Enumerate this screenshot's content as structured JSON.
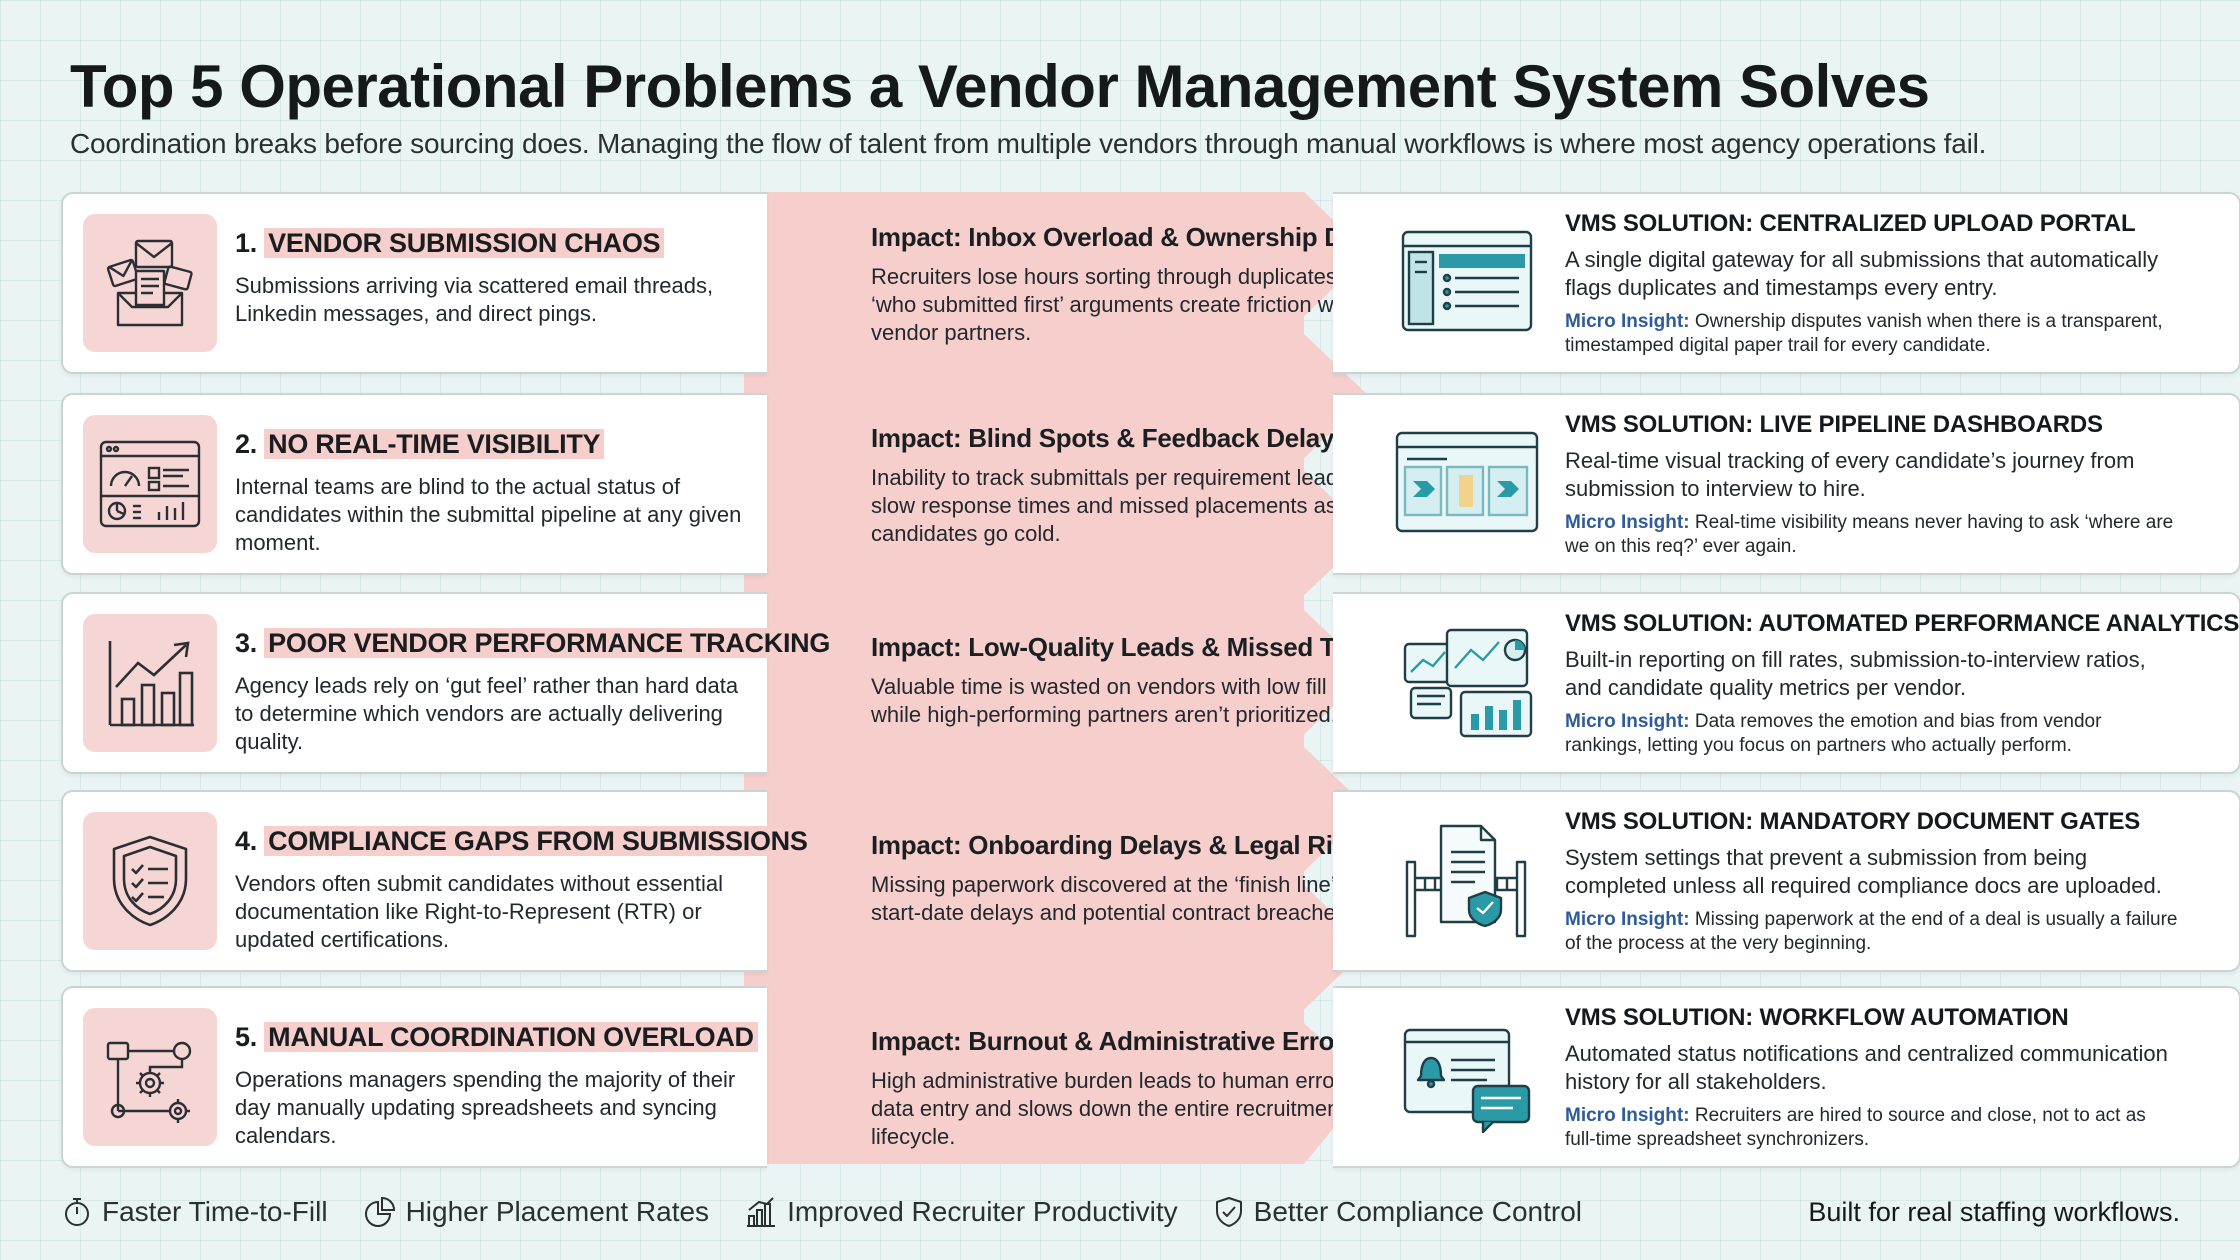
{
  "header": {
    "title": "Top 5 Operational Problems a Vendor Management System Solves",
    "subtitle": "Coordination breaks before sourcing does. Managing the flow of talent from multiple vendors through manual workflows is where most agency operations fail."
  },
  "rows": [
    {
      "problem_num": "1.",
      "problem_title": "VENDOR SUBMISSION CHAOS",
      "problem_desc": "Submissions arriving via scattered email threads, Linkedin messages, and direct pings.",
      "impact_title": "Impact: Inbox Overload & Ownership Disputes",
      "impact_desc": "Recruiters lose hours sorting through duplicates, while ‘who submitted first’ arguments create friction with vendor partners.",
      "solution_title": "VMS SOLUTION: CENTRALIZED UPLOAD PORTAL",
      "solution_desc": "A single digital gateway for all submissions that automatically flags duplicates and timestamps every entry.",
      "insight_label": "Micro Insight:",
      "insight_text": "Ownership disputes vanish when there is a transparent, timestamped digital paper trail for every candidate."
    },
    {
      "problem_num": "2.",
      "problem_title": "NO REAL-TIME VISIBILITY",
      "problem_desc": "Internal teams are blind to the actual status of candidates within the submittal pipeline at any given moment.",
      "impact_title": "Impact: Blind Spots & Feedback Delays",
      "impact_desc": "Inability to track submittals per requirement leads to slow response times and missed placements as candidates go cold.",
      "solution_title": "VMS SOLUTION: LIVE PIPELINE DASHBOARDS",
      "solution_desc": "Real-time visual tracking of every candidate’s journey from submission to interview to hire.",
      "insight_label": "Micro Insight:",
      "insight_text": "Real-time visibility means never having to ask ‘where are we on this req?’ ever again."
    },
    {
      "problem_num": "3.",
      "problem_title": "POOR VENDOR PERFORMANCE TRACKING",
      "problem_desc": "Agency leads rely on ‘gut feel’ rather than hard data to determine which vendors are actually delivering quality.",
      "impact_title": "Impact: Low-Quality Leads & Missed Targets",
      "impact_desc": "Valuable time is wasted on vendors with low fill rates, while high-performing partners aren’t prioritized.",
      "solution_title": "VMS SOLUTION: AUTOMATED PERFORMANCE ANALYTICS",
      "solution_desc": "Built-in reporting on fill rates, submission-to-interview ratios, and candidate quality metrics per vendor.",
      "insight_label": "Micro Insight:",
      "insight_text": "Data removes the emotion and bias from vendor rankings, letting you focus on partners who actually perform."
    },
    {
      "problem_num": "4.",
      "problem_title": "COMPLIANCE GAPS FROM SUBMISSIONS",
      "problem_desc": "Vendors often submit candidates without essential documentation like Right-to-Represent (RTR) or updated certifications.",
      "impact_title": "Impact: Onboarding Delays & Legal Risk",
      "impact_desc": "Missing paperwork discovered at the ‘finish line’ causes start-date delays and potential contract breaches.",
      "solution_title": "VMS SOLUTION: MANDATORY DOCUMENT GATES",
      "solution_desc": "System settings that prevent a submission from being completed unless all required compliance docs are uploaded.",
      "insight_label": "Micro Insight:",
      "insight_text": "Missing paperwork at the end of a deal is usually a failure of the process at the very beginning."
    },
    {
      "problem_num": "5.",
      "problem_title": "MANUAL COORDINATION OVERLOAD",
      "problem_desc": "Operations managers spending the majority of their day manually updating spreadsheets and syncing calendars.",
      "impact_title": "Impact: Burnout & Administrative Errors",
      "impact_desc": "High administrative burden leads to human error in data entry and slows down the entire recruitment lifecycle.",
      "solution_title": "VMS SOLUTION: WORKFLOW AUTOMATION",
      "solution_desc": "Automated status notifications and centralized communication history for all stakeholders.",
      "insight_label": "Micro Insight:",
      "insight_text": "Recruiters are hired to source and close, not to act as full-time spreadsheet synchronizers."
    }
  ],
  "footer": {
    "benefits": [
      "Faster Time-to-Fill",
      "Higher Placement Rates",
      "Improved Recruiter Productivity",
      "Better Compliance Control"
    ],
    "tagline": "Built for real staffing workflows."
  },
  "colors": {
    "accent_pink": "#f6cfcd",
    "accent_teal": "#2a9aa6",
    "insight_blue": "#2e5b9a",
    "background": "#eaf4f4"
  },
  "icons": {
    "problems": [
      "envelopes-inbox-icon",
      "dashboard-gauges-icon",
      "bar-chart-growth-icon",
      "shield-checklist-icon",
      "workflow-gears-icon"
    ],
    "solutions": [
      "upload-portal-screen-icon",
      "pipeline-dashboard-icon",
      "analytics-charts-icon",
      "document-gate-icon",
      "chat-notification-icon"
    ],
    "footer": [
      "stopwatch-icon",
      "pie-chart-icon",
      "bar-chart-icon",
      "shield-check-icon"
    ]
  }
}
